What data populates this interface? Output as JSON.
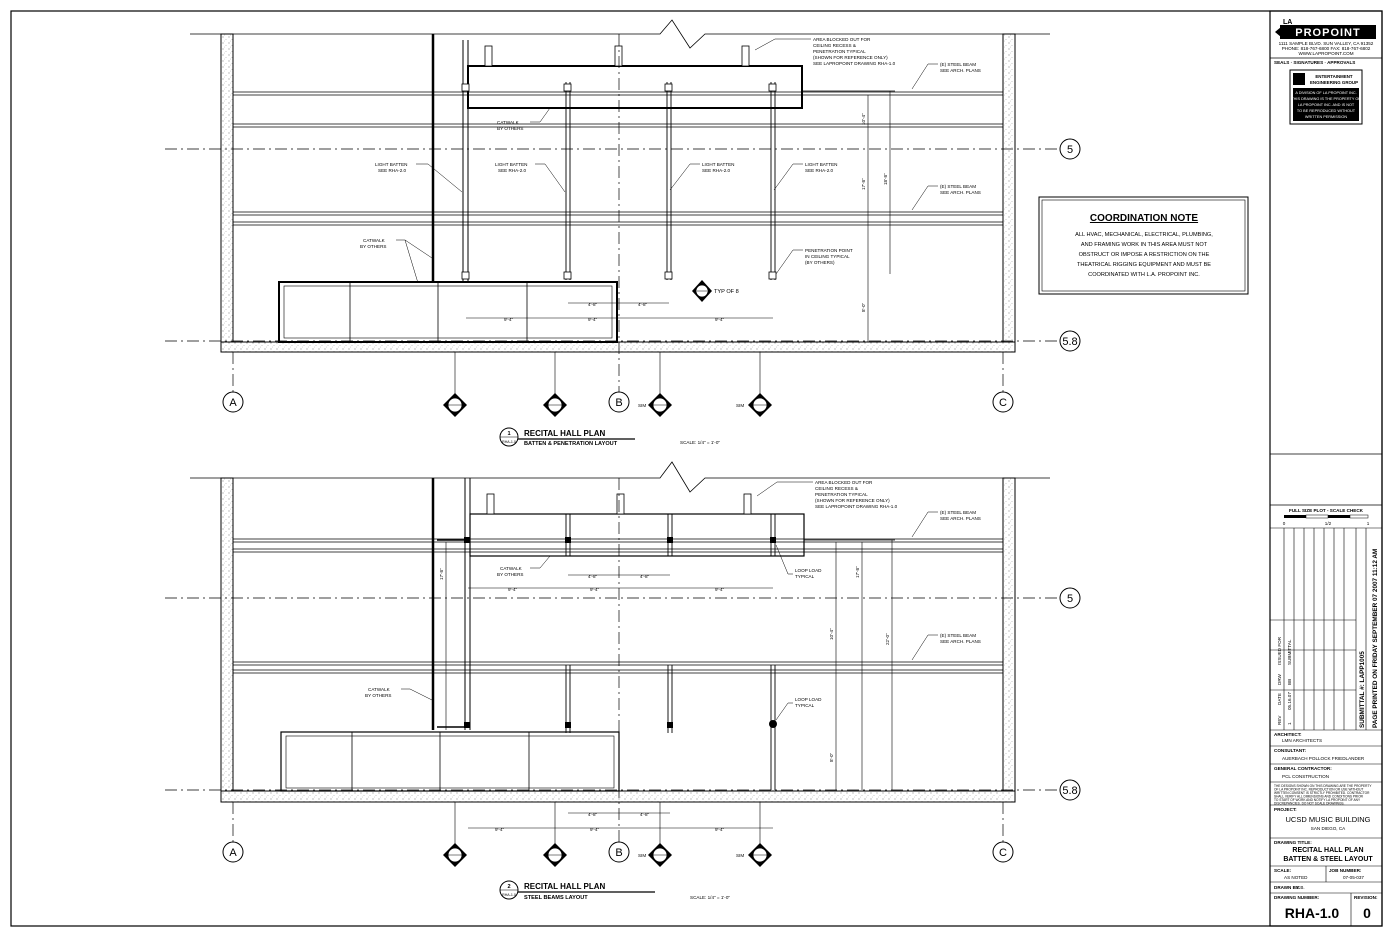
{
  "coordination_note": {
    "title": "COORDINATION NOTE",
    "lines": [
      "ALL HVAC, MECHANICAL, ELECTRICAL, PLUMBING,",
      "AND FRAMING WORK IN THIS AREA MUST NOT",
      "OBSTRUCT OR IMPOSE A RESTRICTION ON THE",
      "THEATRICAL RIGGING EQUIPMENT AND MUST BE",
      "COORDINATED WITH L.A. PROPOINT INC."
    ]
  },
  "grid": {
    "col_a": "A",
    "col_b": "B",
    "col_c": "C",
    "row_5": "5",
    "row_58": "5.8",
    "sim": "SIM"
  },
  "plan1": {
    "number": "1",
    "sheet_ref": "RHA-1.0",
    "title": "RECITAL HALL PLAN",
    "subtitle": "BATTEN & PENETRATION LAYOUT",
    "scale": "SCALE: 1/4\" = 1'-0\"",
    "notes": {
      "area_blocked": [
        "AREA BLOCKED OUT FOR",
        "CEILING RECESS &",
        "PENETRATION TYPICAL",
        "(SHOWN FOR REFERENCE ONLY)",
        "SEE LAPROPOINT DRAWING RHA-1.0"
      ],
      "steel_beam_a": [
        "(E) STEEL BEAM",
        "SEE ARCH. PLANS"
      ],
      "steel_beam_b": [
        "(E) STEEL BEAM",
        "SEE ARCH. PLANS"
      ],
      "catwalk_a": [
        "CATWALK",
        "BY OTHERS"
      ],
      "catwalk_b": [
        "CATWALK",
        "BY OTHERS"
      ],
      "light_batten_1": [
        "LIGHT BATTEN",
        "SEE RHA-2.0"
      ],
      "light_batten_2": [
        "LIGHT BATTEN",
        "SEE RHA-2.0"
      ],
      "light_batten_3": [
        "LIGHT BATTEN",
        "SEE RHA-2.0"
      ],
      "light_batten_4": [
        "LIGHT BATTEN",
        "SEE RHA-2.0"
      ],
      "penetration": [
        "PENETRATION POINT",
        "IN CEILING TYPICAL",
        "(BY OTHERS)"
      ],
      "typ": "TYP OF 8"
    },
    "dims": {
      "d1": "9'-4\"",
      "d2": "9'-4\"",
      "d3": "4'-8\"",
      "d4": "4'-8\"",
      "d5": "9'-4\"",
      "v1": "10'-4\"",
      "v2": "17'-8\"",
      "v3": "18'-8\"",
      "v4": "8'-0\""
    }
  },
  "plan2": {
    "number": "2",
    "sheet_ref": "RHA-1.0",
    "title": "RECITAL HALL PLAN",
    "subtitle": "STEEL BEAMS LAYOUT",
    "scale": "SCALE: 1/4\" = 1'-0\"",
    "notes": {
      "area_blocked": [
        "AREA BLOCKED OUT FOR",
        "CEILING RECESS &",
        "PENETRATION TYPICAL",
        "(SHOWN FOR REFERENCE ONLY)",
        "SEE LAPROPOINT DRAWING RHA-1.0"
      ],
      "steel_beam_a": [
        "(E) STEEL BEAM",
        "SEE ARCH. PLANS"
      ],
      "steel_beam_b": [
        "(E) STEEL BEAM",
        "SEE ARCH. PLANS"
      ],
      "catwalk_a": [
        "CATWALK",
        "BY OTHERS"
      ],
      "catwalk_b": [
        "CATWALK",
        "BY OTHERS"
      ],
      "load_1": [
        "LOOP LOAD",
        "TYPICAL"
      ],
      "load_2": [
        "LOOP LOAD",
        "TYPICAL"
      ]
    },
    "dims": {
      "t1": "9'-4\"",
      "t2": "9'-4\"",
      "t3": "4'-8\"",
      "t4": "4'-8\"",
      "t5": "9'-4\"",
      "b1": "9'-4\"",
      "b2": "9'-4\"",
      "b3": "4'-8\"",
      "b4": "4'-8\"",
      "b5": "9'-4\"",
      "v1": "17'-8\"",
      "v2": "10'-4\"",
      "v3": "17'-8\"",
      "v4": "22'-0\"",
      "v5": "8'-0\""
    }
  },
  "title_block": {
    "logo_small": "LA",
    "logo": "PROPOINT",
    "address": [
      "1111 SAMPLE BLVD. SUN VALLEY, CA 91352",
      "PHONE: 818-767-6800 FAX: 818-767-6802",
      "WWW.LAPROPOINT.COM"
    ],
    "seals_heading": "SEALS · SIGNATURES · APPROVALS",
    "stamp_title": [
      "ENTERTAINMENT",
      "ENGINEERING GROUP"
    ],
    "stamp_lines": [
      "A DIVISION OF LA PROPOINT INC.",
      "THIS DRAWING IS THE PROPERTY OF",
      "LA PROPOINT INC. AND IS NOT",
      "TO BE REPRODUCED WITHOUT",
      "WRITTEN PERMISSION"
    ],
    "scale_check": "FULL SIZE PLOT - SCALE CHECK",
    "scale_ticks": [
      "0",
      "1/2",
      "1"
    ],
    "rev_headers": [
      "REV",
      "DATE",
      "DRW",
      "ISSUED FOR"
    ],
    "rev_row": [
      "1",
      "05.16.07",
      "BB",
      "SUBMITTAL"
    ],
    "submittal": "SUBMITTAL #: LAPP1005",
    "printed": "PAGE PRINTED ON FRIDAY SEPTEMBER 07 2007 11:12 AM",
    "architect_label": "ARCHITECT:",
    "architect": "LMN ARCHITECTS",
    "consultant_label": "CONSULTANT:",
    "consultant": "AUERBACH POLLOCK FRIEDLANDER",
    "contractor_label": "GENERAL CONTRACTOR:",
    "contractor": "PCL CONSTRUCTION",
    "disclaimer": [
      "THE DESIGNS SHOWN ON THIS DRAWING ARE THE PROPERTY",
      "OF LA PROPOINT INC. REPRODUCTION OR USE WITHOUT",
      "WRITTEN CONSENT IS STRICTLY PROHIBITED. CONTRACTOR",
      "SHALL VERIFY ALL DIMENSIONS AND CONDITIONS PRIOR",
      "TO START OF WORK AND NOTIFY LA PROPOINT OF ANY",
      "DISCREPANCIES. DO NOT SCALE DRAWINGS."
    ],
    "project_label": "PROJECT:",
    "project": "UCSD MUSIC BUILDING",
    "location": "SAN DIEGO, CA",
    "drawing_title_label": "DRAWING TITLE:",
    "drawing_title": [
      "RECITAL HALL PLAN",
      "BATTEN & STEEL LAYOUT"
    ],
    "scale_label": "SCALE:",
    "scale_value": "AS NOTED",
    "job_label": "JOB NUMBER:",
    "job_value": "07-05-037",
    "drawn_label": "DRAWN BY:",
    "drawn_value": "B.B.",
    "drawing_no_label": "DRAWING NUMBER:",
    "drawing_no": "RHA-1.0",
    "revision_label": "REVISION:",
    "revision": "0"
  }
}
